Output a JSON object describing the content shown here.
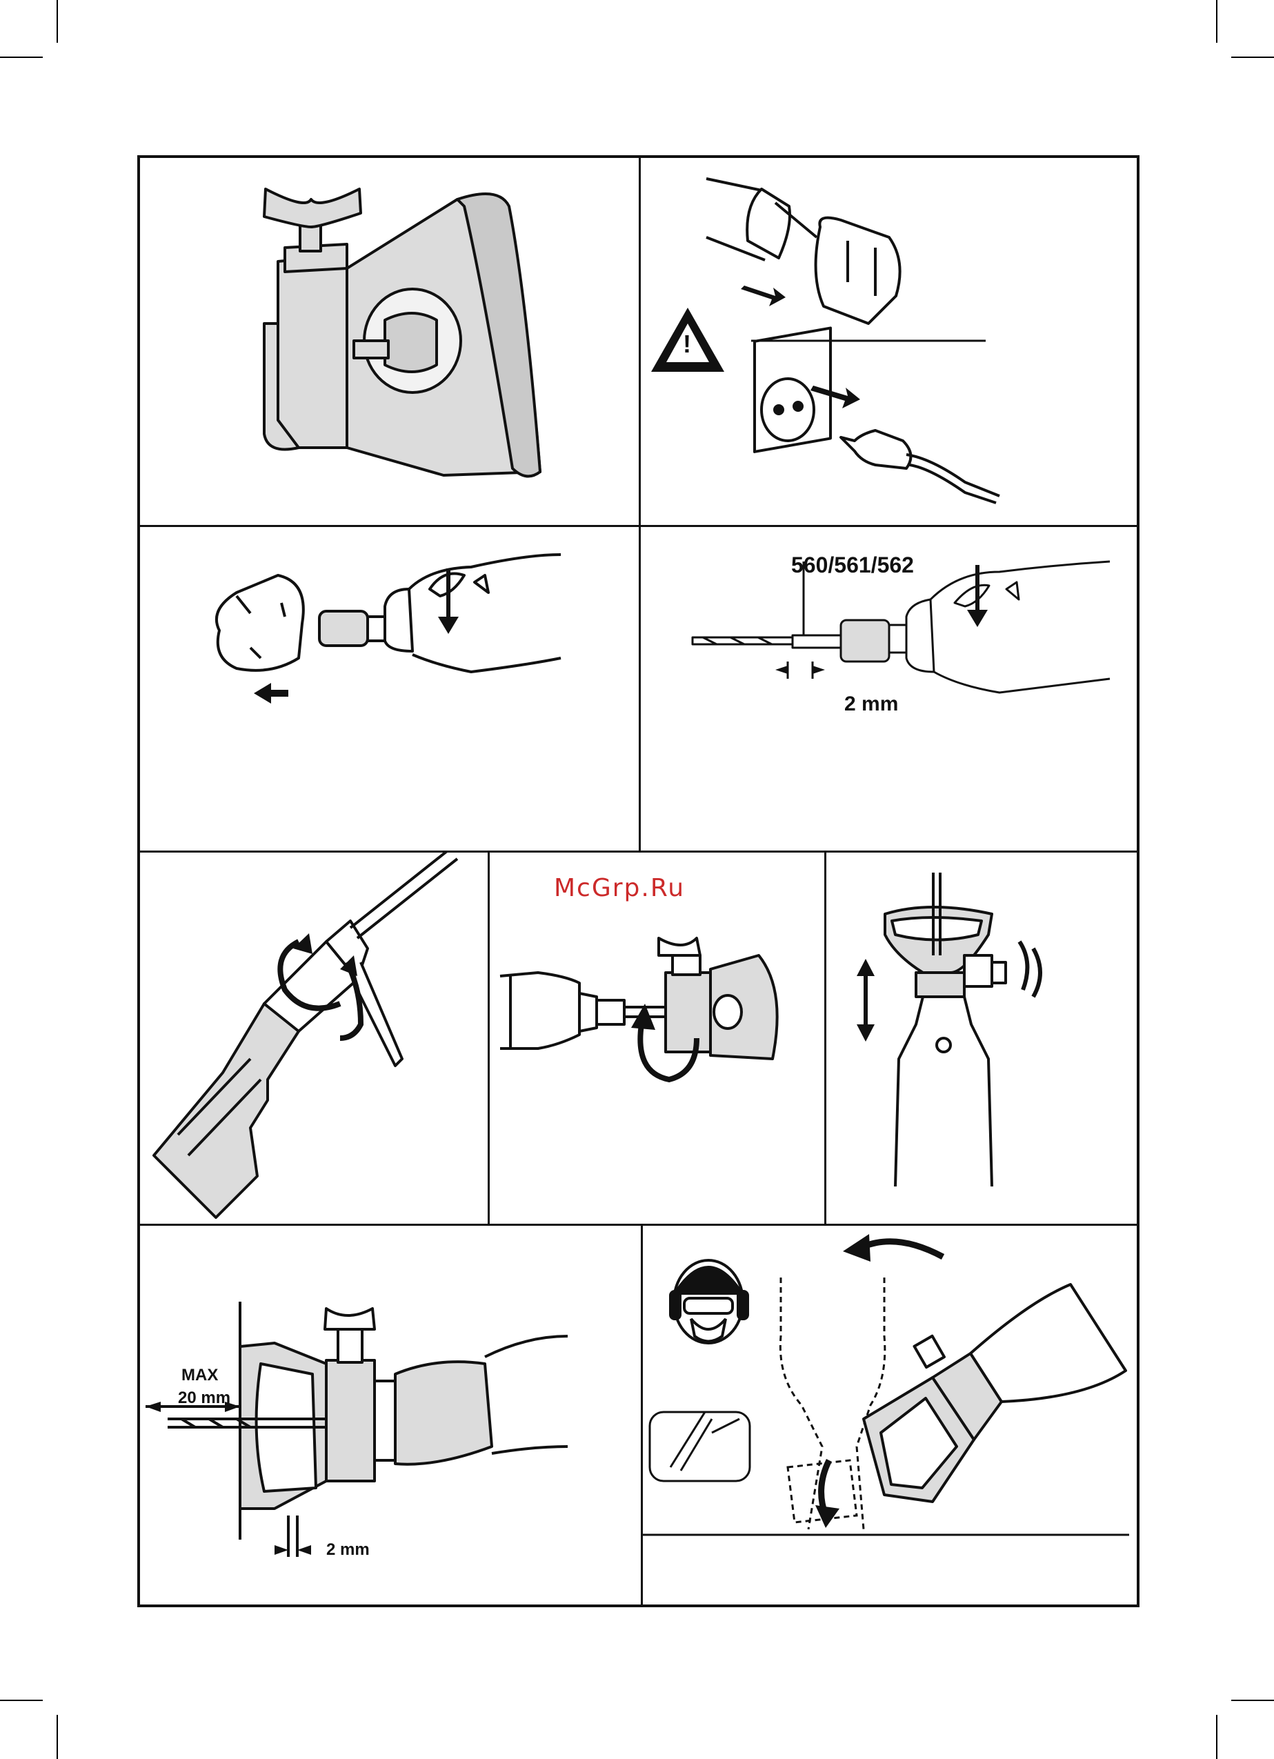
{
  "labels": {
    "bit_models": "560/561/562",
    "insertion_depth": "2 mm",
    "max_label": "MAX",
    "max_value": "20 mm",
    "tip_depth": "2 mm"
  },
  "watermark": "McGrp.Ru",
  "warning_symbol": "!",
  "colors": {
    "ink": "#111111",
    "tool_fill": "#dcdcdc",
    "white": "#ffffff",
    "watermark": "#cc2a2a"
  },
  "icons": [
    "warning-triangle-icon",
    "push-arrow-icon",
    "rotate-arrow-icon",
    "safety-gear-icon"
  ]
}
